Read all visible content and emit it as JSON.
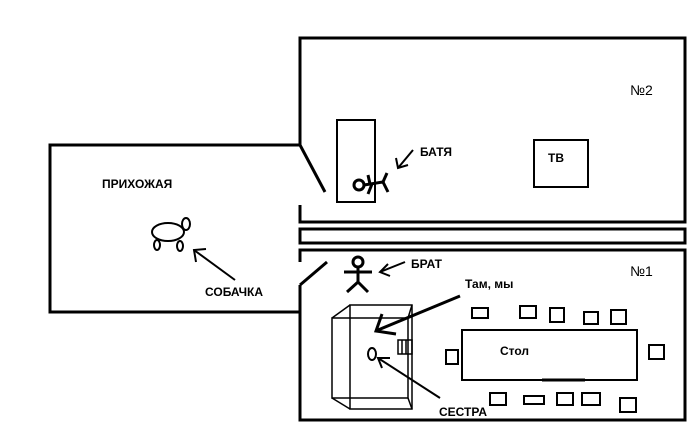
{
  "labels": {
    "hallway": "ПРИХОЖАЯ",
    "dog": "СОБАЧКА",
    "dad": "БАТЯ",
    "tv": "ТВ",
    "room2": "№2",
    "brother": "БРАТ",
    "room1": "№1",
    "us_there": "Там, мы",
    "table": "Стол",
    "sister": "СЕСТРА"
  }
}
